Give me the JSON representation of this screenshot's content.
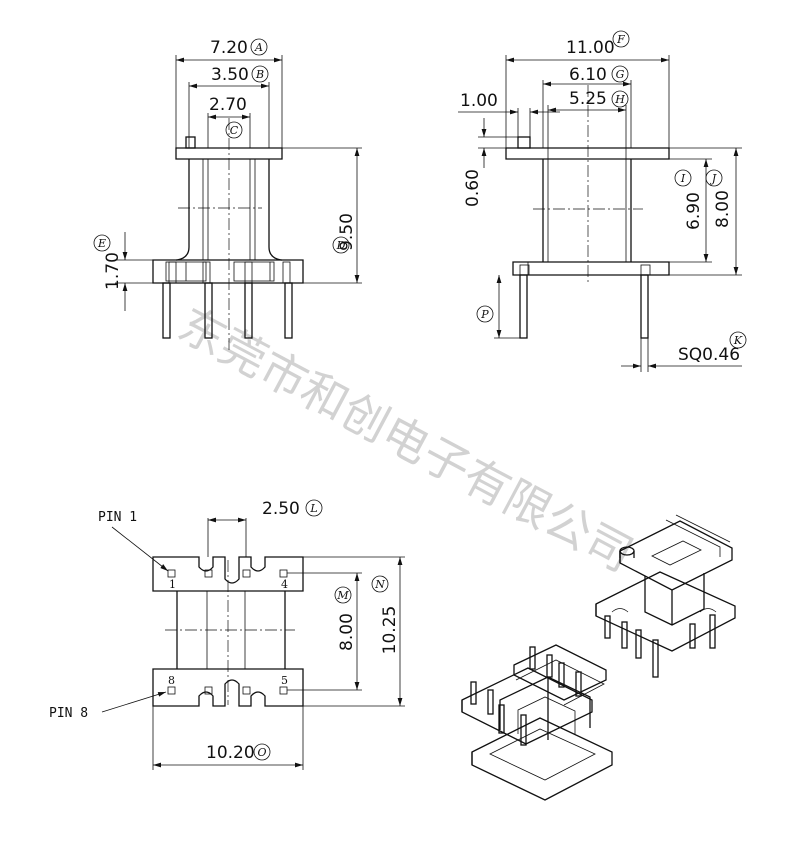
{
  "colors": {
    "line": "#111111",
    "watermark": "#d2d2d2",
    "background": "#ffffff"
  },
  "watermark": "东莞市和创电子有限公司",
  "front_view": {
    "dim_width": "7.20",
    "label_width": "A",
    "dim_flange": "3.50",
    "label_flange": "B",
    "dim_core": "2.70",
    "label_core": "C",
    "dim_height": "9.50",
    "label_height": "D",
    "dim_base": "1.70",
    "label_base": "E"
  },
  "side_view": {
    "dim_length": "11.00",
    "label_length": "F",
    "dim_inner": "6.10",
    "label_inner": "G",
    "dim_core": "5.25",
    "label_core": "H",
    "dim_flange_thk": "1.00",
    "dim_flange_h": "0.60",
    "dim_winding": "6.90",
    "label_winding": "I",
    "dim_body": "8.00",
    "label_body": "J",
    "label_pin_len": "P",
    "dim_pin": "SQ0.46",
    "label_pin": "K"
  },
  "bottom_view": {
    "pin1": "PIN 1",
    "pin8": "PIN 8",
    "dim_pitch": "2.50",
    "label_pitch": "L",
    "dim_row": "8.00",
    "label_row": "M",
    "dim_overall": "10.25",
    "label_overall": "N",
    "dim_width": "10.20",
    "label_width": "O",
    "num_1": "1",
    "num_4": "4",
    "num_5": "5",
    "num_8": "8"
  }
}
